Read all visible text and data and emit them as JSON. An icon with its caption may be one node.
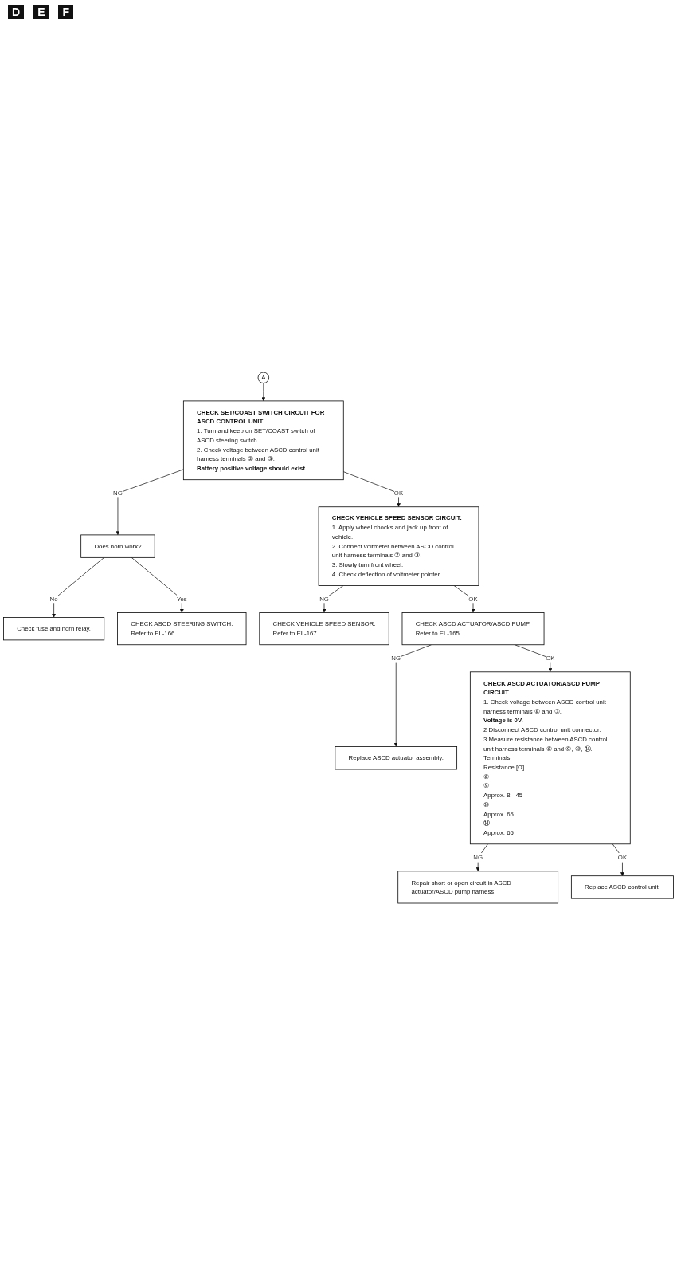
{
  "diagram": {
    "nodes": [
      {
        "text": [
          "A"
        ]
      },
      {
        "text": [
          "CHECK SET/COAST SWITCH CIRCUIT FOR ASCD CONTROL UNIT.",
          "1. Turn and keep on SET/COAST switch of ASCD steering switch.",
          "2. Check voltage between ASCD control unit harness terminals ② and ③.",
          "Battery positive voltage should exist."
        ]
      },
      {
        "text": [
          "Does horn work?"
        ]
      },
      {
        "text": [
          "Check fuse and horn relay."
        ]
      },
      {
        "text": [
          "CHECK ASCD STEERING SWITCH.",
          "Refer to EL-166."
        ]
      },
      {
        "text": [
          "CHECK VEHICLE SPEED SENSOR CIRCUIT.",
          "1. Apply wheel chocks and jack up front of vehicle.",
          "2. Connect voltmeter between ASCD control unit harness terminals ⑦ and ③.",
          "3. Slowly turn front wheel.",
          "4. Check deflection of voltmeter pointer."
        ]
      },
      {
        "text": [
          "CHECK VEHICLE SPEED SENSOR.",
          "Refer to EL-167."
        ]
      },
      {
        "text": [
          "CHECK ASCD ACTUATOR/ASCD PUMP.",
          "Refer to EL-165."
        ]
      },
      {
        "text": [
          "Replace ASCD actuator assembly."
        ]
      },
      {
        "text": [
          "CHECK ASCD ACTUATOR/ASCD PUMP CIRCUIT.",
          "1. Check voltage between ASCD control unit harness terminals ⑧ and ③.",
          "Voltage is 0V.",
          "2 Disconnect ASCD control unit connector.",
          "3 Measure resistance between ASCD control unit harness terminals ⑧ and ⑨, ⑩, ⑭.",
          "Terminals",
          "Resistance [Ω]",
          "⑧",
          "⑨",
          "Approx. 8 - 45",
          "⑩",
          "Approx. 65",
          "⑭",
          "Approx. 65"
        ]
      },
      {
        "text": [
          "Repair short or open circuit in ASCD actuator/ASCD pump harness."
        ]
      },
      {
        "text": [
          "Replace ASCD control unit."
        ]
      }
    ],
    "edges": [
      {
        "from": 0,
        "to": 1,
        "arrow": "to"
      },
      {
        "from": 1,
        "to": 2,
        "arrow": "to",
        "label": "NG"
      },
      {
        "from": 2,
        "to": 3,
        "arrow": "to",
        "label": "No"
      },
      {
        "from": 2,
        "to": 4,
        "arrow": "to",
        "label": "Yes"
      },
      {
        "from": 1,
        "to": 5,
        "arrow": "to",
        "label": "OK"
      },
      {
        "from": 5,
        "to": 6,
        "arrow": "to",
        "label": "NG"
      },
      {
        "from": 5,
        "to": 7,
        "arrow": "to",
        "label": "OK"
      },
      {
        "from": 7,
        "to": 8,
        "arrow": "to",
        "label": "NG"
      },
      {
        "from": 7,
        "to": 9,
        "arrow": "to",
        "label": "OK"
      },
      {
        "from": 9,
        "to": 10,
        "arrow": "to",
        "label": "NG"
      },
      {
        "from": 9,
        "to": 11,
        "arrow": "to",
        "label": "OK"
      }
    ],
    "labels": [
      "D",
      "E",
      "F"
    ]
  }
}
